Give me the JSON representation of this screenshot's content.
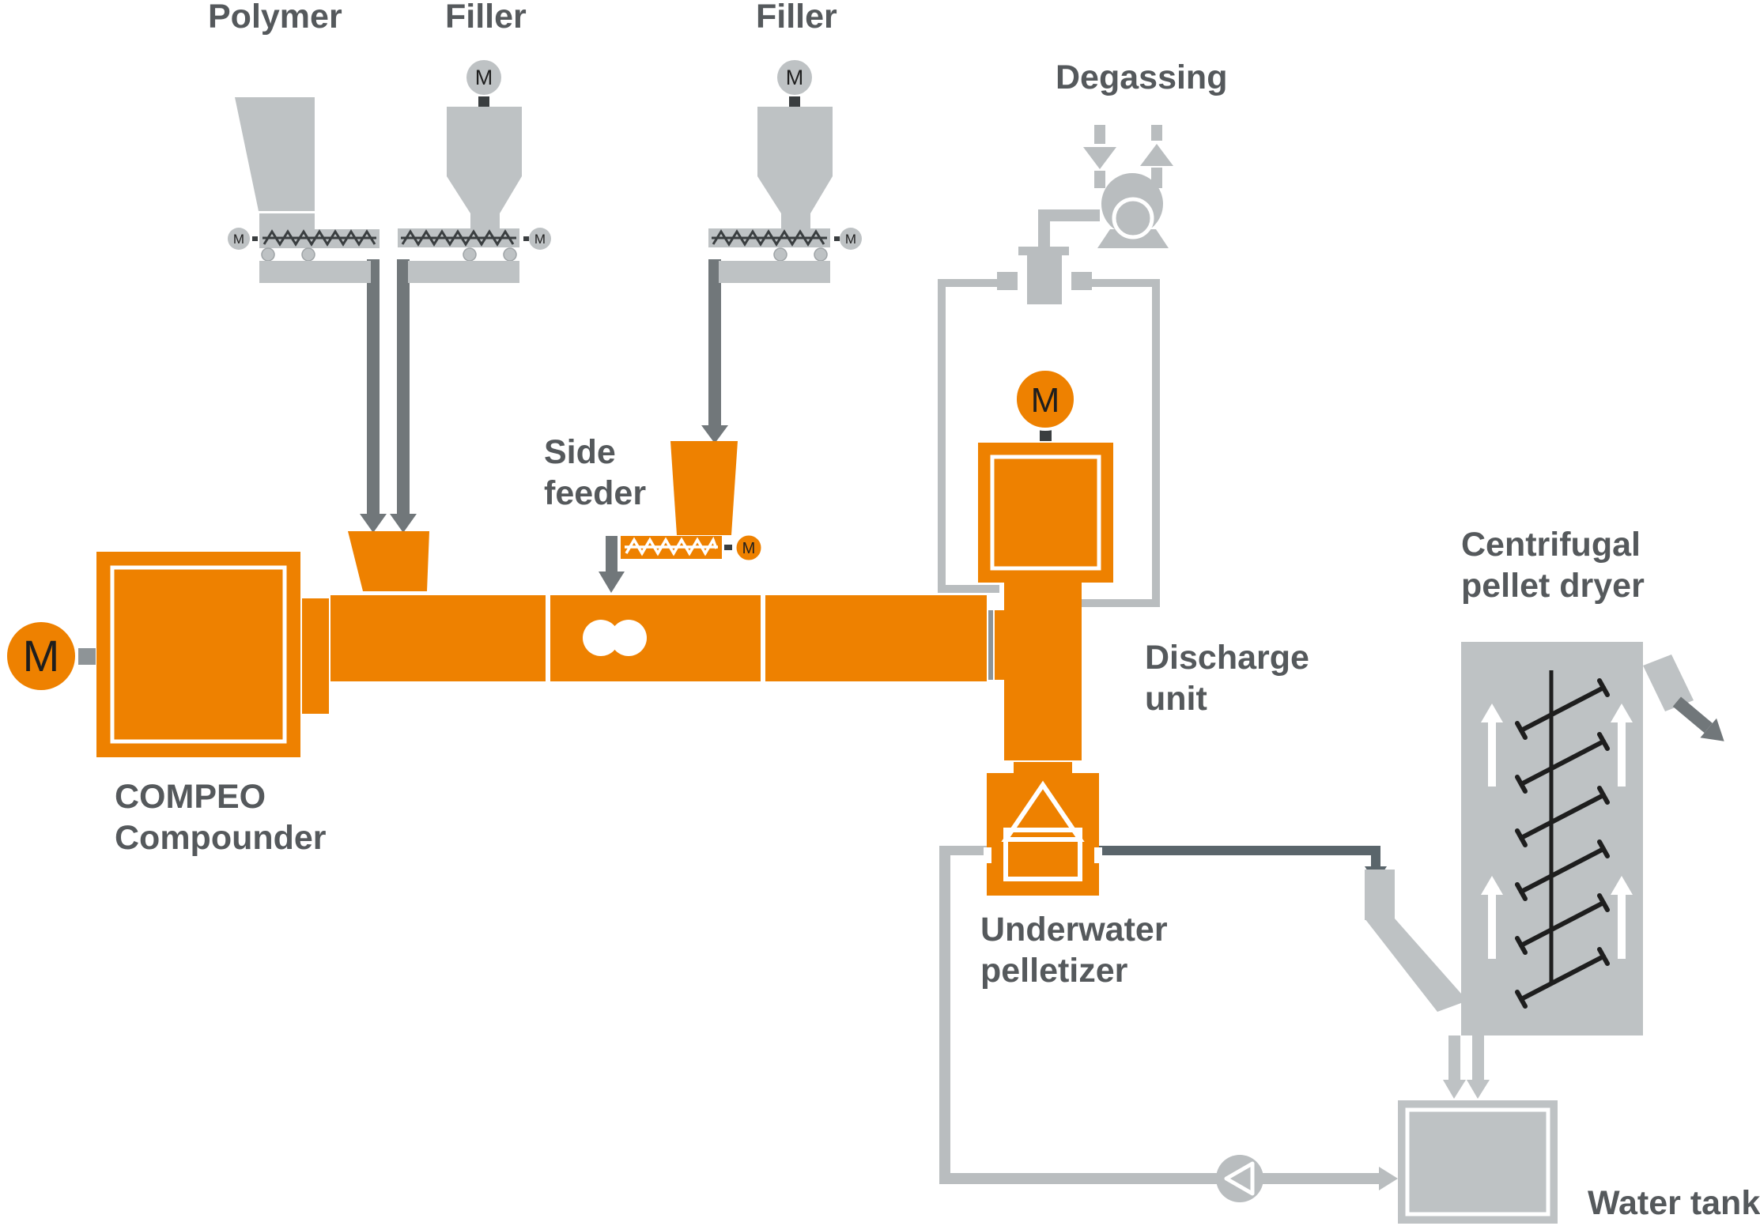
{
  "diagram": {
    "type": "process-flow-diagram",
    "subject": "COMPEO compounding line",
    "feed_labels": {
      "polymer": "Polymer",
      "filler_1": "Filler",
      "filler_2": "Filler"
    },
    "process_labels": {
      "degassing": "Degassing",
      "side_feeder": [
        "Side",
        "feeder"
      ],
      "compounder": [
        "COMPEO",
        "Compounder"
      ],
      "discharge_unit": [
        "Discharge",
        "unit"
      ],
      "underwater_pelletizer": [
        "Underwater",
        "pelletizer"
      ],
      "pellet_dryer": [
        "Centrifugal",
        "pellet dryer"
      ],
      "water_tank": "Water tank"
    },
    "motor_label": "M",
    "colors": {
      "machine_orange": "#EE8100",
      "machine_gray": "#BEC2C4",
      "pipe_light_gray": "#B9BDBF",
      "pipe_dark_gray": "#71777A",
      "pipe_slate": "#5A656B",
      "label_text": "#55595C",
      "detail_black": "#1E1E1E",
      "background": "#FFFFFF"
    }
  }
}
